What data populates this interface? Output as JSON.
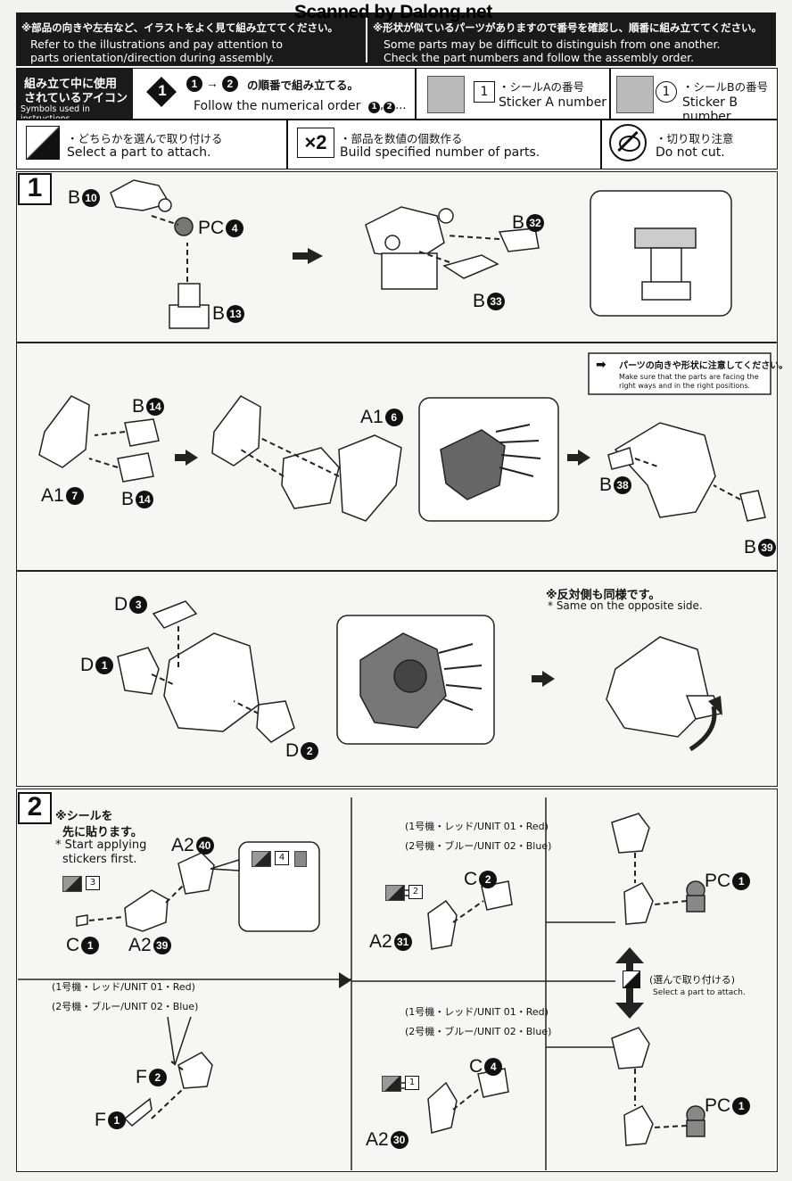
{
  "watermark": "Scanned by Dalong.net",
  "header": {
    "left_jp": "※部品の向きや左右など、イラストをよく見て組み立ててください。",
    "left_en_1": "Refer to the illustrations and pay attention to",
    "left_en_2": "parts orientation/direction during assembly.",
    "right_jp": "※形状が似ているパーツがありますので番号を確認し、順番に組み立ててください。",
    "right_en_1": "Some parts may be difficult to distinguish from one another.",
    "right_en_2": "Check the part numbers and follow the assembly order."
  },
  "symbols": {
    "title_jp_1": "組み立て中に使用",
    "title_jp_2": "されているアイコン",
    "title_en": "Symbols used in instructions",
    "order_icon": "1",
    "order_jp": "の順番で組み立てる。",
    "order_en": "Follow the numerical order",
    "sticker_a_jp": "・シールAの番号",
    "sticker_a_en": "Sticker A number",
    "sticker_a_icon": "1",
    "sticker_b_jp": "・シールBの番号",
    "sticker_b_en": "Sticker B number",
    "sticker_b_icon": "1",
    "select_jp": "・どちらかを選んで取り付ける",
    "select_en": "Select a part to attach.",
    "multi_icon": "×2",
    "multi_jp": "・部品を数値の個数作る",
    "multi_en": "Build specified number of parts.",
    "nocut_jp": "・切り取り注意",
    "nocut_en": "Do not cut."
  },
  "step1": {
    "number": "1",
    "row1": {
      "b10": "B",
      "b10_n": "10",
      "pc4": "PC",
      "pc4_n": "4",
      "b13": "B",
      "b13_n": "13",
      "b32": "B",
      "b32_n": "32",
      "b33": "B",
      "b33_n": "33"
    },
    "row2": {
      "b14a": "B",
      "b14a_n": "14",
      "a17": "A1",
      "a17_n": "7",
      "b14b": "B",
      "b14b_n": "14",
      "a16": "A1",
      "a16_n": "6",
      "caution_jp": "パーツの向きや形状に注意してください。",
      "caution_en": "Make sure that the parts are facing the right ways and in the right positions.",
      "b38": "B",
      "b38_n": "38",
      "b39": "B",
      "b39_n": "39"
    },
    "row3": {
      "d3": "D",
      "d3_n": "3",
      "d1": "D",
      "d1_n": "1",
      "d2": "D",
      "d2_n": "2",
      "opposite_jp": "※反対側も同様です。",
      "opposite_en": "* Same on the opposite side."
    }
  },
  "step2": {
    "number": "2",
    "sticker_note_jp_1": "※シールを",
    "sticker_note_jp_2": "先に貼ります。",
    "sticker_note_en_1": "* Start applying",
    "sticker_note_en_2": "stickers first.",
    "a2_40": "A2",
    "a2_40_n": "40",
    "sticker3": "3",
    "sticker4": "4",
    "c1": "C",
    "c1_n": "1",
    "a2_39": "A2",
    "a2_39_n": "39",
    "unit1": "(1号機・レッド/UNIT 01・Red)",
    "unit2": "(2号機・ブルー/UNIT 02・Blue)",
    "f2": "F",
    "f2_n": "2",
    "f1": "F",
    "f1_n": "1",
    "upper": {
      "unit1": "(1号機・レッド/UNIT 01・Red)",
      "unit2": "(2号機・ブルー/UNIT 02・Blue)",
      "c2": "C",
      "c2_n": "2",
      "sticker2": "2",
      "a2_31": "A2",
      "a2_31_n": "31"
    },
    "lower": {
      "unit1": "(1号機・レッド/UNIT 01・Red)",
      "unit2": "(2号機・ブルー/UNIT 02・Blue)",
      "c4": "C",
      "c4_n": "4",
      "sticker1": "1",
      "a2_30": "A2",
      "a2_30_n": "30"
    },
    "pc1_top": "PC",
    "pc1_top_n": "1",
    "pc1_bottom": "PC",
    "pc1_bottom_n": "1",
    "select_jp": "(選んで取り付ける)",
    "select_en": "Select a part to attach."
  }
}
